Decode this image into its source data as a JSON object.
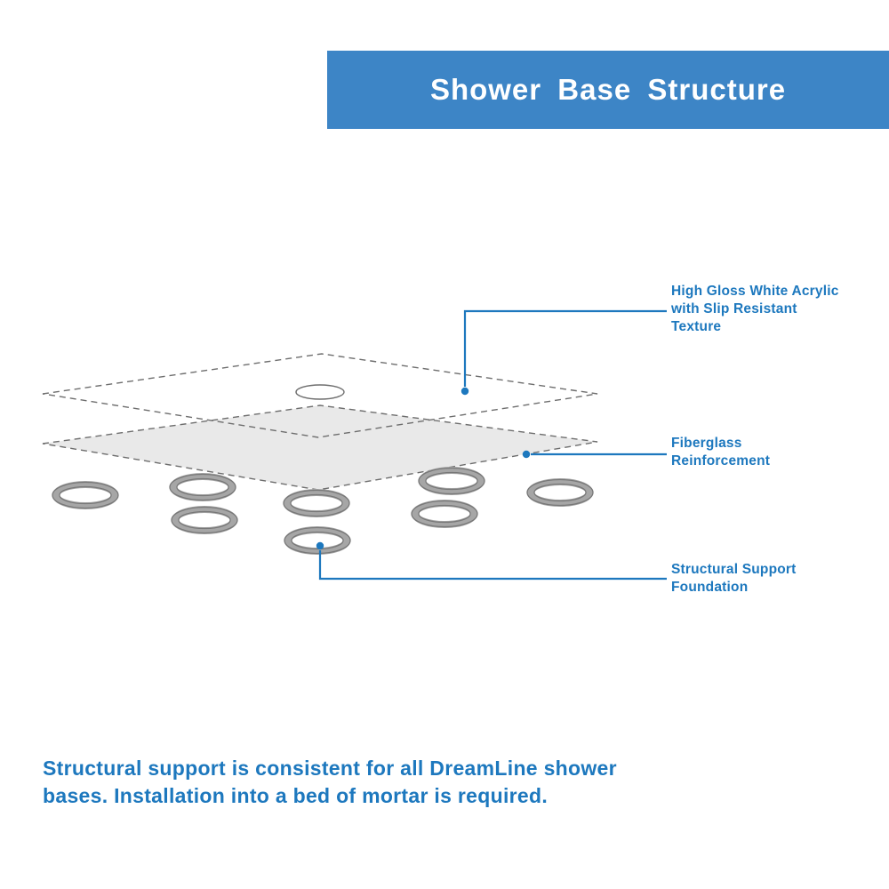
{
  "header": {
    "title": "Shower Base Structure"
  },
  "labels": {
    "acrylic": "High Gloss White Acrylic with Slip Resistant Texture",
    "fiberglass": "Fiberglass Reinforcement",
    "foundation": "Structural Support Foundation"
  },
  "footer": {
    "text": "Structural support is consistent for all DreamLine shower bases. Installation into a bed of mortar is required."
  },
  "colors": {
    "banner_blue": "#3d85c6",
    "label_blue": "#1d78be",
    "layer_gray": "#e9e9e9",
    "ring_gray": "#a6a6a6",
    "outline_gray": "#6e6e6e"
  }
}
